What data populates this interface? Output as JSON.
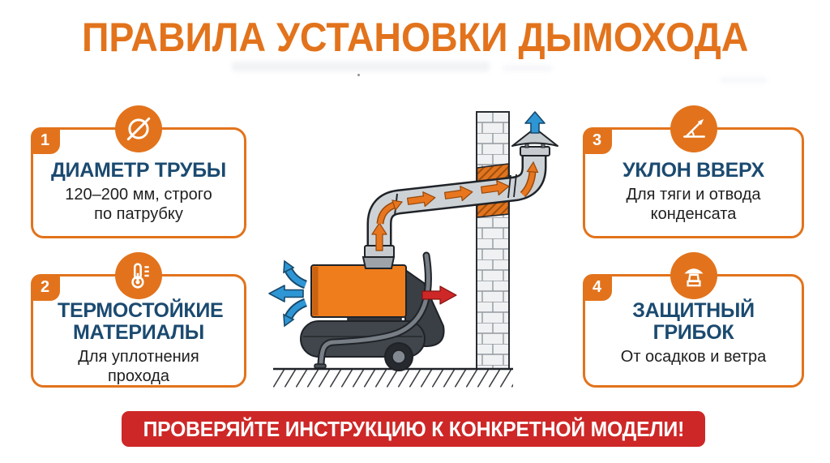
{
  "page": {
    "title": "ПРАВИЛА УСТАНОВКИ ДЫМОХОДА"
  },
  "colors": {
    "accent_orange": "#E2731C",
    "heading_navy": "#1B4A70",
    "body_text": "#1F1F1F",
    "banner_red": "#CE2727",
    "arrow_blue": "#2F96D5",
    "arrow_red": "#CE2727",
    "flue_gas_arrow_orange": "#E8761E",
    "pipe_gray": "#CDD2D6",
    "heater_orange": "#EF7D1C",
    "heater_dark_gray": "#41464D",
    "wall_light_gray": "#F0F1F2"
  },
  "cards": [
    {
      "number": "1",
      "icon": "diameter-icon",
      "title": "ДИАМЕТР ТРУБЫ",
      "body": "120–200 мм, строго по патрубку"
    },
    {
      "number": "2",
      "icon": "thermometer-icon",
      "title": "ТЕРМОСТОЙКИЕ МАТЕРИАЛЫ",
      "body": "Для уплотнения прохода"
    },
    {
      "number": "3",
      "icon": "upward-slope-icon",
      "title": "УКЛОН ВВЕРХ",
      "body": "Для тяги и отвода конденсата"
    },
    {
      "number": "4",
      "icon": "chimney-cap-icon",
      "title": "ЗАЩИТНЫЙ ГРИБОК",
      "body": "От осадков и ветра"
    }
  ],
  "footer": {
    "banner_label": "ПРОВЕРЯЙТЕ ИНСТРУКЦИЮ К КОНКРЕТНОЙ МОДЕЛИ!"
  },
  "illustration": {
    "parts": [
      "diesel-heater",
      "flue-pipe",
      "brick-wall",
      "heat-resistant-seal",
      "chimney-cap",
      "flue-gas-flow-arrows",
      "air-intake-arrows",
      "hot-air-outlet-arrow",
      "exhaust-outlet-arrow",
      "ground"
    ]
  }
}
